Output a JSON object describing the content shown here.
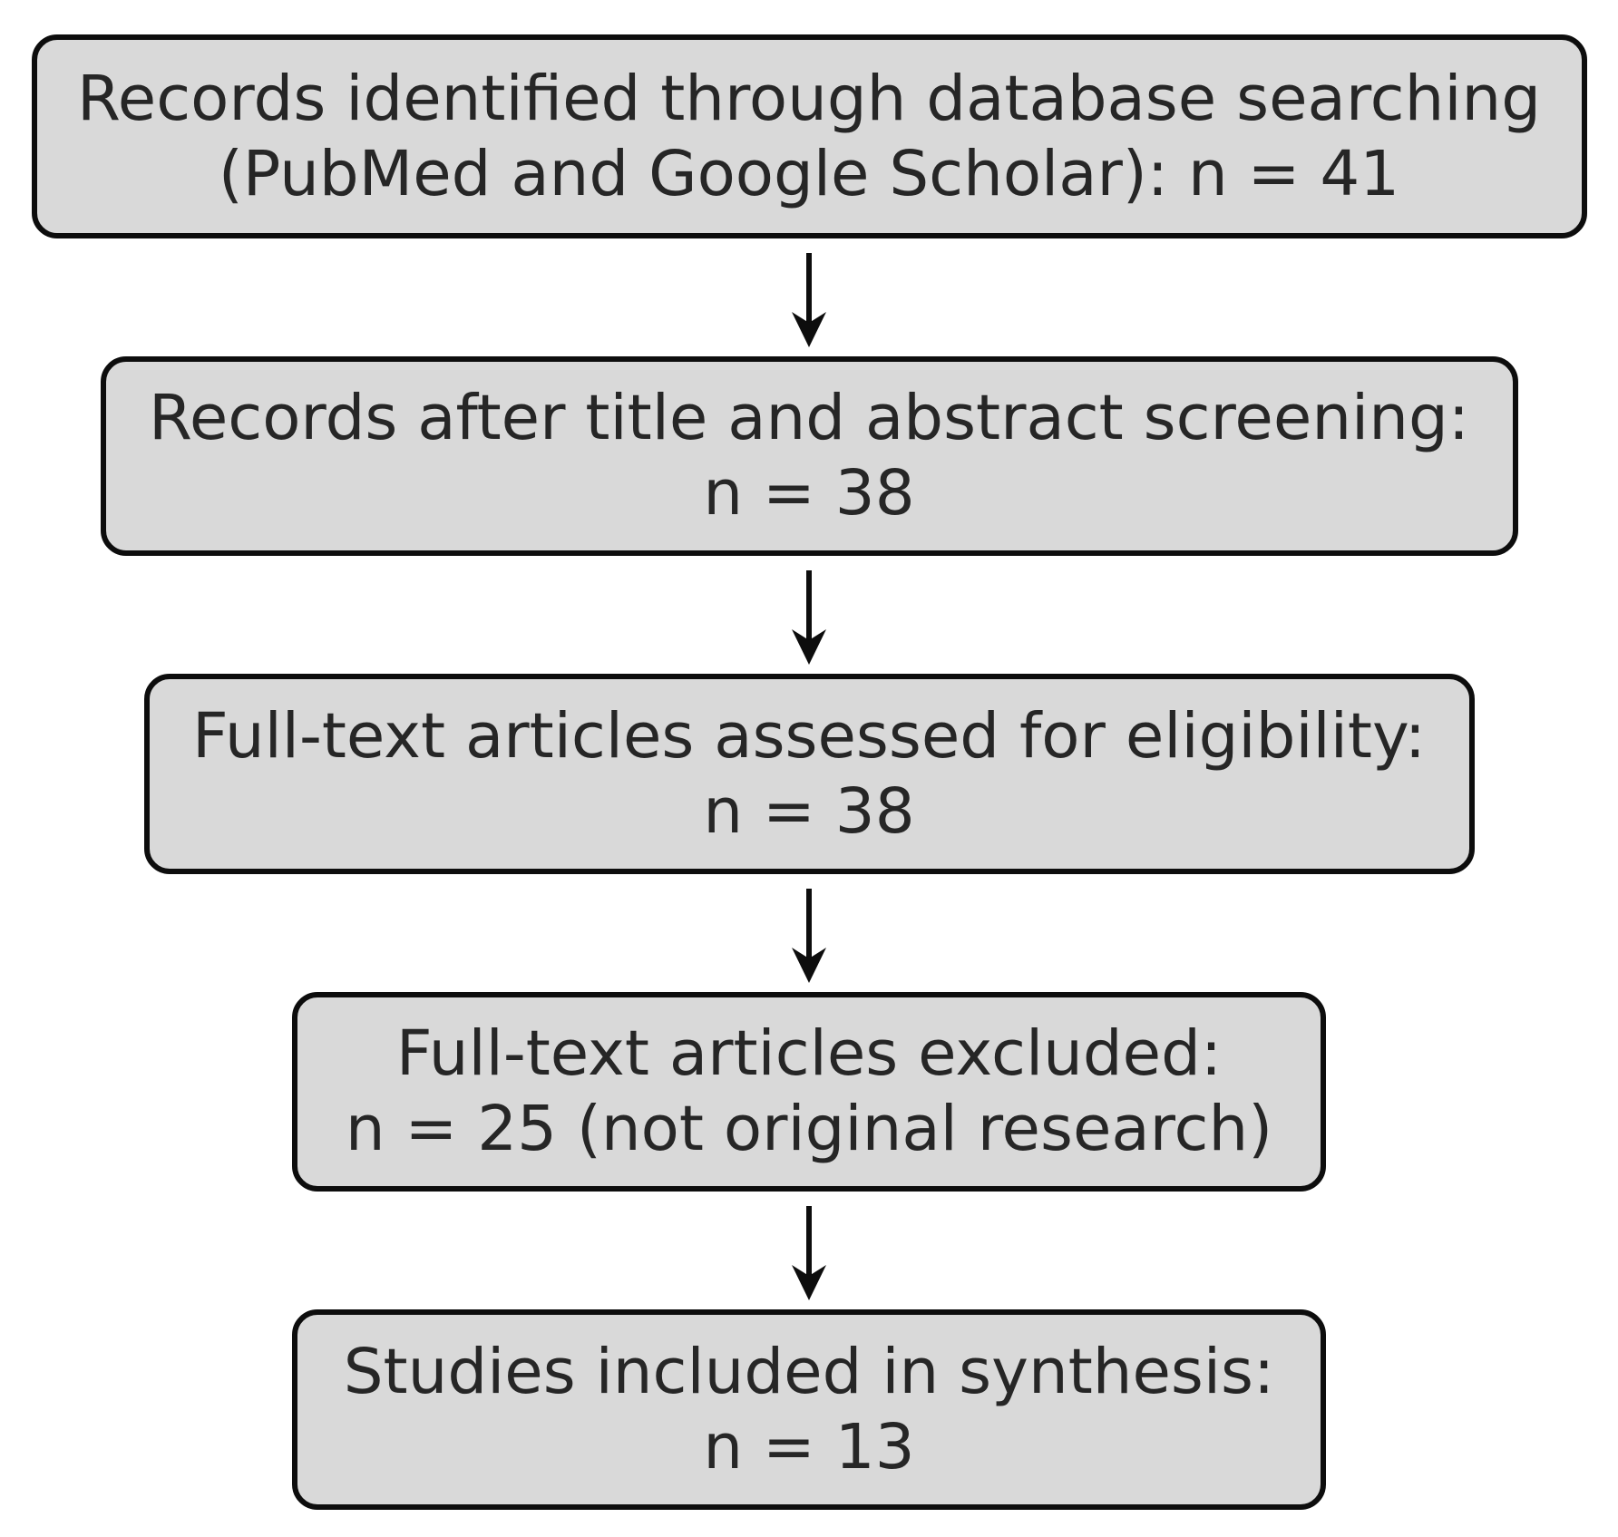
{
  "diagram": {
    "type": "flowchart",
    "direction": "top-down",
    "boxes": [
      {
        "id": "records-identified",
        "line1": "Records identified through database searching",
        "line2": "(PubMed and Google Scholar): n = 41",
        "count": 41
      },
      {
        "id": "records-screened",
        "line1": "Records after title and abstract screening:",
        "line2": "n = 38",
        "count": 38
      },
      {
        "id": "fulltext-assessed",
        "line1": "Full-text articles assessed for eligibility:",
        "line2": "n = 38",
        "count": 38
      },
      {
        "id": "fulltext-excluded",
        "line1": "Full-text articles excluded:",
        "line2": "n = 25 (not original research)",
        "count": 25
      },
      {
        "id": "studies-included",
        "line1": "Studies included in synthesis:",
        "line2": "n = 13",
        "count": 13
      }
    ],
    "connectors": [
      {
        "from": "records-identified",
        "to": "records-screened",
        "style": "down-arrow"
      },
      {
        "from": "records-screened",
        "to": "fulltext-assessed",
        "style": "down-arrow"
      },
      {
        "from": "fulltext-assessed",
        "to": "fulltext-excluded",
        "style": "down-arrow"
      },
      {
        "from": "fulltext-excluded",
        "to": "studies-included",
        "style": "down-arrow"
      }
    ],
    "colors": {
      "box_fill": "#d9d9d9",
      "box_border": "#0d0d0d",
      "text": "#262626",
      "arrow": "#0d0d0d",
      "background": "#ffffff"
    }
  }
}
